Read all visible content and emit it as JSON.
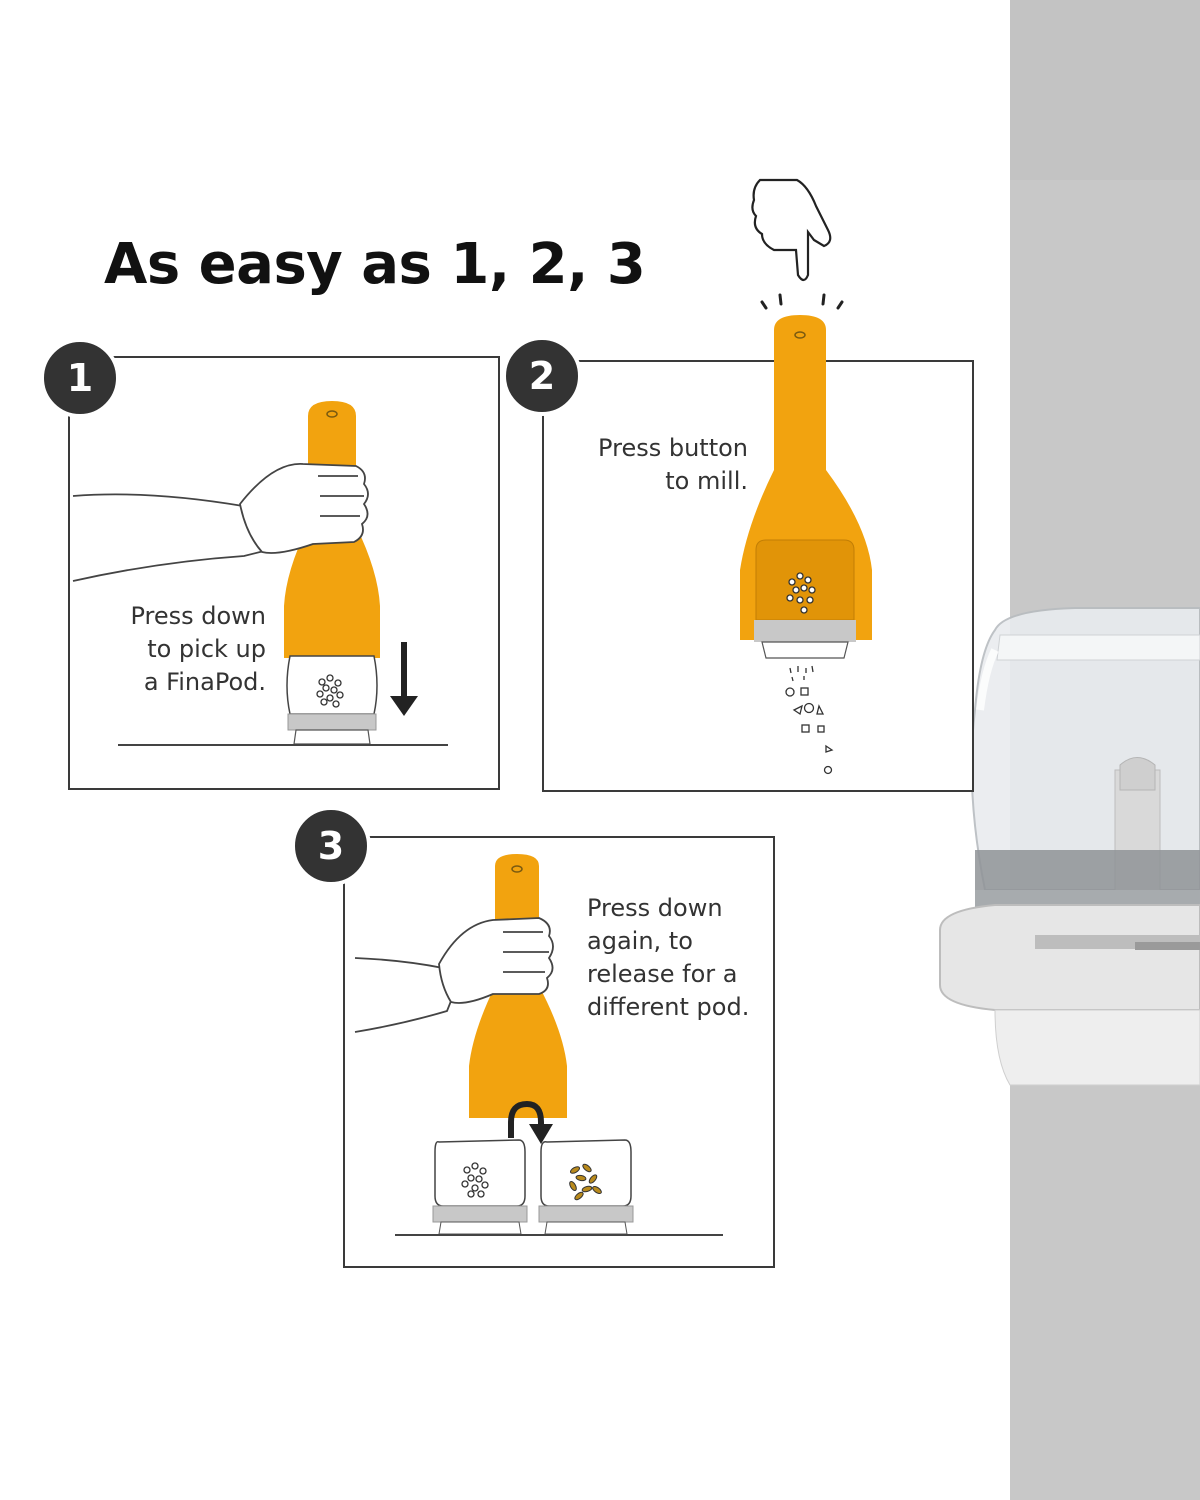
{
  "title": "As easy as 1, 2, 3",
  "steps": [
    {
      "number": "1",
      "lines": [
        "Press down",
        "to pick up",
        "a FinaPod."
      ]
    },
    {
      "number": "2",
      "lines": [
        "Press button",
        "to mill."
      ]
    },
    {
      "number": "3",
      "lines": [
        "Press down",
        "again, to",
        "release for a",
        "different pod."
      ]
    }
  ],
  "colors": {
    "mill_orange": "#F2A30F",
    "outline": "#3a3a3a",
    "badge": "#333333",
    "backdrop": "#c3c3c3",
    "pod_grey": "#c8c8c8",
    "spice_gold": "#b98a1c"
  },
  "icons": [
    "pointing-hand-icon",
    "down-arrow-icon",
    "u-turn-arrow-icon",
    "hand-gripping-mill-icon"
  ]
}
